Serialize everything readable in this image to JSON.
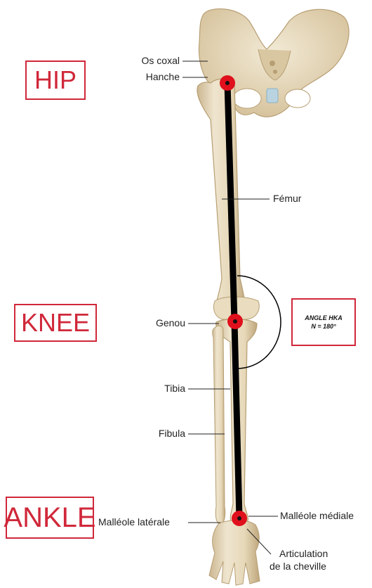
{
  "labels": {
    "hip": "HIP",
    "knee": "KNEE",
    "ankle": "ANKLE",
    "angle_title": "ANGLE HKA",
    "angle_value": "N = 180°"
  },
  "anatomy": {
    "os_coxal": "Os coxal",
    "hanche": "Hanche",
    "femur": "Fémur",
    "genou": "Genou",
    "tibia": "Tibia",
    "fibula": "Fibula",
    "malleole_laterale": "Malléole latérale",
    "malleole_mediale": "Malléole médiale",
    "articulation_line1": "Articulation",
    "articulation_line2": "de la cheville"
  },
  "colors": {
    "label_red": "#d0283a",
    "point_red": "#e0101c",
    "axis_black": "#000000",
    "bone": "#e8dcc0",
    "bone_shadow": "#c9b48e"
  }
}
